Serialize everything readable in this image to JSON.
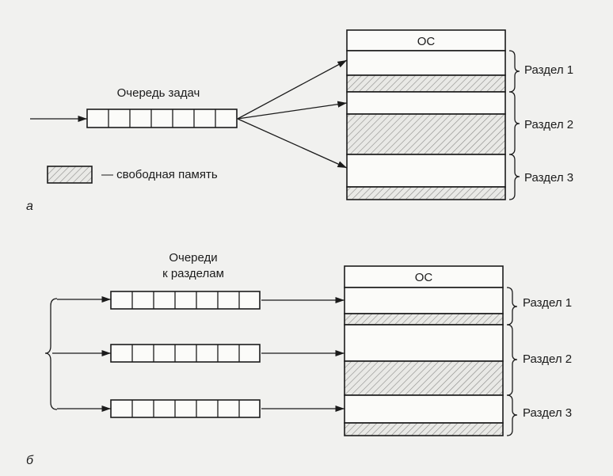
{
  "diagram_a": {
    "marker": "а",
    "queue_label": "Очередь задач",
    "os_label": "ОС",
    "partitions": [
      "Раздел 1",
      "Раздел 2",
      "Раздел 3"
    ],
    "legend_text": "— свободная память"
  },
  "diagram_b": {
    "marker": "б",
    "queues_label_line1": "Очереди",
    "queues_label_line2": "к разделам",
    "os_label": "ОС",
    "partitions": [
      "Раздел 1",
      "Раздел 2",
      "Раздел 3"
    ]
  }
}
